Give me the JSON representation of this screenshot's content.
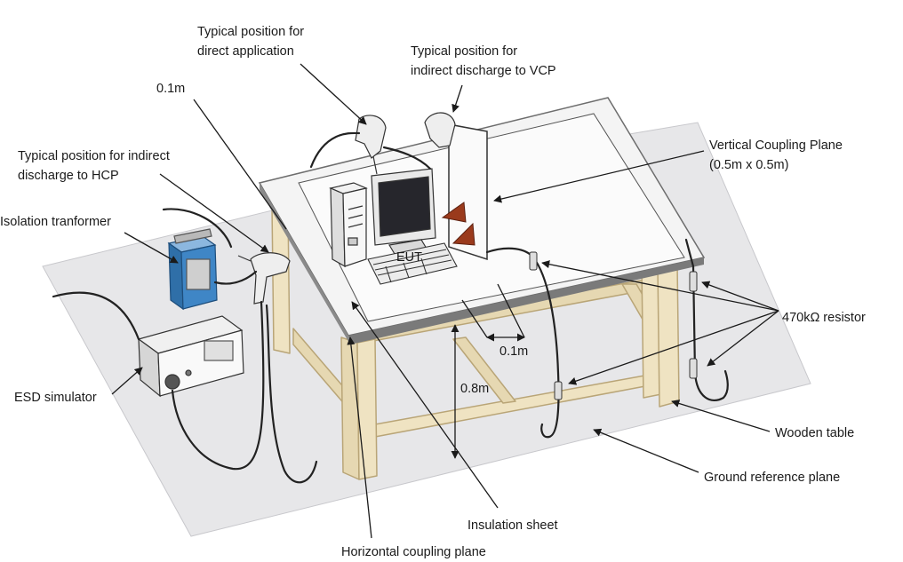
{
  "labels": {
    "direct_application": [
      "Typical position for",
      "direct application"
    ],
    "indirect_vcp": [
      "Typical position for",
      "indirect discharge to VCP"
    ],
    "distance_01m_top": "0.1m",
    "indirect_hcp": [
      "Typical position for indirect",
      "discharge to HCP"
    ],
    "isolation_transformer": "Isolation tranformer",
    "vertical_coupling_plane": [
      "Vertical Coupling Plane",
      "(0.5m x 0.5m)"
    ],
    "eut": "EUT",
    "resistor": "470kΩ resistor",
    "distance_01m_bottom": "0.1m",
    "table_height": "0.8m",
    "esd_simulator": "ESD simulator",
    "wooden_table": "Wooden table",
    "ground_reference_plane": "Ground reference plane",
    "insulation_sheet": "Insulation sheet",
    "horizontal_coupling_plane": "Horizontal coupling plane"
  },
  "colors": {
    "ground_plane": "#e7e7e9",
    "wood": "#efe3c2",
    "wood_edge": "#b9a577",
    "hcp_top": "#f4f4f4",
    "hcp_edge": "#6d6d6d",
    "transformer": "#3f86c6",
    "screen": "#26262c",
    "wire": "#222222",
    "cone": "#9a3a1c",
    "leader": "#1a1a1a"
  },
  "icons": [
    "esd-gun-icon",
    "computer-monitor-icon",
    "pc-tower-icon",
    "keyboard-icon",
    "transformer-icon",
    "esd-simulator-box-icon",
    "resistor-icon",
    "cone-icon"
  ]
}
